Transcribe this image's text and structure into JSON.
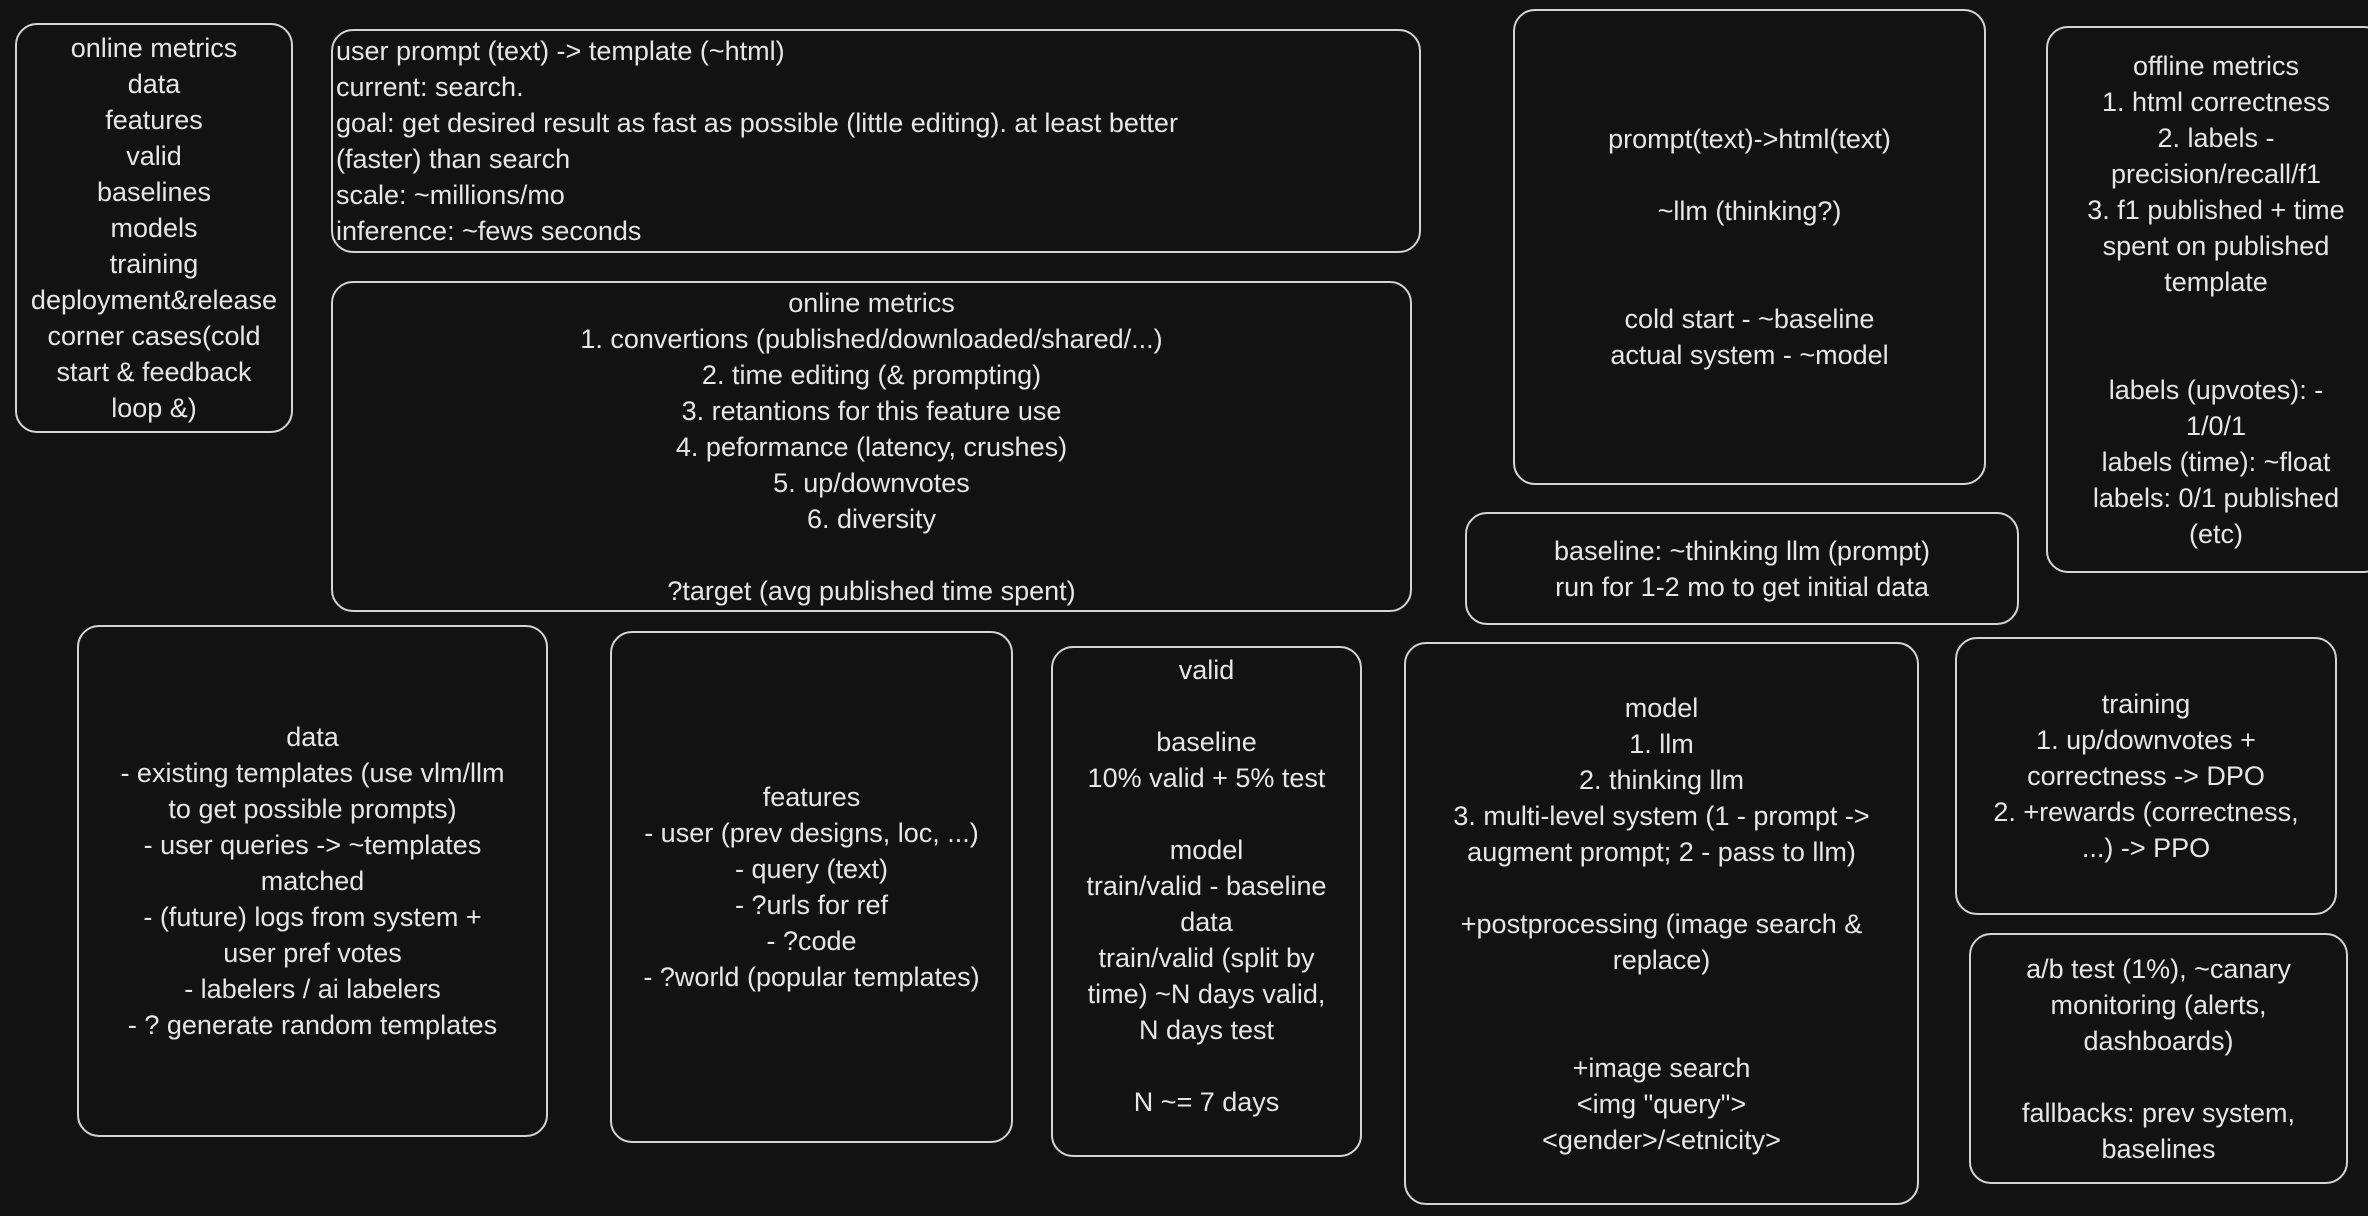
{
  "boxes": {
    "outline": [
      "online metrics",
      "data",
      "features",
      "valid",
      "baselines",
      "models",
      "training",
      "deployment&release",
      "corner cases(cold",
      "start & feedback",
      "loop &)"
    ],
    "problem": [
      "user prompt (text) -> template (~html)",
      "current: search.",
      "goal: get desired result as fast as possible (little editing). at least better",
      "(faster) than search",
      "scale: ~millions/mo",
      "inference: ~fews seconds"
    ],
    "online_metrics": [
      "online metrics",
      "1. convertions (published/downloaded/shared/...)",
      "2. time editing (& prompting)",
      "3. retantions for this feature use",
      "4. peformance (latency, crushes)",
      "5. up/downvotes",
      "6. diversity",
      "",
      "?target (avg published time spent)"
    ],
    "prompt": [
      "prompt(text)->html(text)",
      "",
      "~llm (thinking?)",
      "",
      "",
      "cold start - ~baseline",
      "actual system - ~model"
    ],
    "baseline": [
      "baseline: ~thinking llm (prompt)",
      "run for 1-2 mo to get initial data"
    ],
    "offline_metrics": [
      "offline metrics",
      "1. html correctness",
      "2. labels -",
      "precision/recall/f1",
      "3. f1 published + time",
      "spent on published",
      "template",
      "",
      "",
      "labels (upvotes): -",
      "1/0/1",
      "labels (time): ~float",
      "labels: 0/1 published",
      "(etc)"
    ],
    "data": [
      "data",
      "- existing templates (use vlm/llm",
      "to get possible prompts)",
      "- user queries -> ~templates",
      "matched",
      "- (future) logs from system +",
      "user pref votes",
      "- labelers / ai labelers",
      "- ? generate random templates"
    ],
    "features": [
      "features",
      "- user (prev designs, loc, ...)",
      "- query (text)",
      "- ?urls for ref",
      "- ?code",
      "- ?world (popular templates)"
    ],
    "valid": [
      "valid",
      "",
      "baseline",
      "10% valid + 5% test",
      "",
      "model",
      "train/valid - baseline",
      "data",
      "train/valid (split by",
      "time) ~N days valid,",
      "N days test",
      "",
      "N ~= 7 days"
    ],
    "model": [
      "model",
      "1. llm",
      "2. thinking llm",
      "3. multi-level system (1 - prompt ->",
      "augment prompt; 2 - pass to llm)",
      "",
      "+postprocessing (image search &",
      "replace)",
      "",
      "",
      "+image search",
      "<img \"query\">",
      "<gender>/<etnicity>"
    ],
    "training": [
      "training",
      "1. up/downvotes +",
      "correctness -> DPO",
      "2. +rewards (correctness,",
      "...) -> PPO"
    ],
    "deployment": [
      "a/b test (1%), ~canary",
      "monitoring (alerts,",
      "dashboards)",
      "",
      "fallbacks: prev system,",
      "baselines"
    ]
  }
}
